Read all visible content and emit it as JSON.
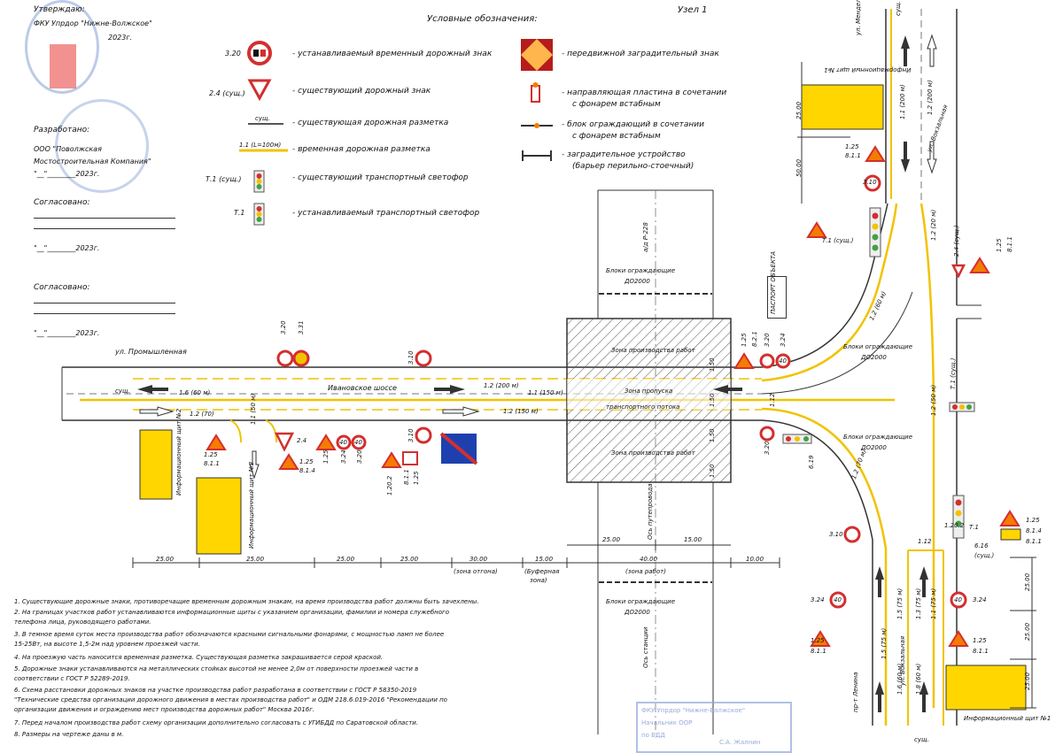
{
  "node_title": "Узел 1",
  "legend": {
    "title": "Условные обозначения:",
    "items": [
      {
        "code": "3.20",
        "text": "- устанавливаемый временный дорожный знак"
      },
      {
        "code": "2.4 (сущ.)",
        "text": "- существующий дорожный знак"
      },
      {
        "code": "сущ.",
        "text": "- существующая дорожная разметка"
      },
      {
        "code": "1.1 (L=100м)",
        "text": "- временная дорожная разметка"
      },
      {
        "code": "Т.1 (сущ.)",
        "text": "- существующий транспортный светофор"
      },
      {
        "code": "Т.1",
        "text": "- устанавливаемый транспортный светофор"
      }
    ],
    "items_right": [
      {
        "text": "- передвижной заградительный знак"
      },
      {
        "text": "- направляющая пластина в сочетании",
        "text2": "с фонарем встабным"
      },
      {
        "text": "- блок ограждающий в сочетании",
        "text2": "с фонарем встабным"
      },
      {
        "text": "- заградительное устройство",
        "text2": "(барьер перильно-стоечный)"
      }
    ]
  },
  "left_block": {
    "approved": "Утверждаю:",
    "org1": "ФКУ Упрдор \"Нижне-Волжское\"",
    "year1": "2023г.",
    "developed": "Разработано:",
    "org2a": "ООО \"Поволжская",
    "org2b": "Мостостроительная Компания\"",
    "year2": "\"__\"________2023г.",
    "agreed1": "Согласовано:",
    "year3": "\"__\"________2023г.",
    "agreed2": "Согласовано:",
    "year4": "\"__\"________2023г."
  },
  "streets": {
    "industrial": "ул. Промышленная",
    "ivanovskoe": "Ивановское шоссе",
    "mendeleeva": "ул. Менделеева",
    "vokzalnaya": "ул. Вокзальная",
    "vokzalnaya2": "ул. Вокзальная",
    "pr_lenina": "пр-т Ленина",
    "road_r228": "а/д Р-228",
    "axis": "Ось путепровода",
    "stop_station": "Ось станции"
  },
  "zones": {
    "work_top": "Зона производства работ",
    "pass": "Зона пропуска",
    "traffic": "транспортного потока",
    "work_bottom": "Зона производства работ"
  },
  "labels": {
    "blocks_top": "Блоки ограждающие",
    "blocks_top2": "ДО2000",
    "blocks_bottom": "Блоки ограждающие",
    "blocks_bottom2": "ДО2000",
    "blocks_right1": "Блоки ограждающие",
    "blocks_right1b": "ДО2000",
    "blocks_right2": "Блоки ограждающие",
    "blocks_right2b": "ДО2000",
    "passport": "ПАСПОРТ ОБЪЕКТА",
    "info_shield2": "Информационный щит №2",
    "info_shield3": "Информационный щит №3",
    "info_shield1": "Информационный щит №1",
    "info_shield1b": "Информационный щит №1"
  },
  "markings": {
    "m1": "1.6 (60 м)",
    "m2": "1.2 (70)",
    "m3": "1.1 (50 м)",
    "m4": "1.2 (200 м)",
    "m5": "1.1 (150 м)",
    "m6": "1.2 (150 м)",
    "m7": "1.2 (200 м)",
    "m8": "1.1 (200 м)",
    "m9": "1.2 (20 м)",
    "m10": "1.2 (60 м)",
    "m11": "1.2 (50 м)",
    "m12": "1.2 (70 м)",
    "m13": "1.5 (75 м)",
    "m14": "1.3 (75 м)",
    "m15": "1.1 (75 м)",
    "m16": "1.5 (75 м)",
    "m17": "1.6 (60 м)",
    "m18": "1.8 (60 м)",
    "m19": "1.12",
    "m20": "1.12",
    "m21": "сущ.",
    "m22": "сущ.",
    "m23": "сущ."
  },
  "signs": {
    "s_320": "3.20",
    "s_331": "3.31",
    "s_310a": "3.10",
    "s_310b": "3.10",
    "s_310c": "3.10",
    "s_24": "2.4",
    "s_125a": "1.25",
    "s_811a": "8.1.1",
    "s_125b": "1.25",
    "s_324a": "3.24",
    "s_320b": "3.20",
    "s_1202": "1.20.2",
    "s_125c": "1.25",
    "s_811b": "8.1.1",
    "s_125d": "1.25",
    "s_814": "8.1.4",
    "s_1202b": "1.20.2",
    "s_125e": "1.25",
    "s_821": "8.2.1",
    "s_320c": "3.20",
    "s_324b": "3.24",
    "s_24s": "2.4 (сущ.)",
    "s_125f": "1.25",
    "s_811c": "8.1.1",
    "s_t1s": "Т.1 (сущ.)",
    "s_t1s2": "Т.1 (сущ.)",
    "s_t1": "Т.1",
    "s_125g": "1.25",
    "s_814b": "8.1.4",
    "s_811d": "8.1.1",
    "s_616": "6.16",
    "s_324c": "3.24",
    "s_324d": "3.24",
    "s_125h": "1.25",
    "s_811e": "8.1.1",
    "s_125i": "1.25",
    "s_811f": "8.1.1",
    "s_310d": "3.10",
    "s_320d": "3.20",
    "s_619": "6.19",
    "s_125j": "1.25",
    "s_811g": "8.1.1",
    "s_n40a": "40",
    "s_n40b": "40",
    "s_n40c": "40",
    "s_n40d": "40",
    "s_n40e": "40",
    "s_sush": "(сущ.)"
  },
  "dimensions": {
    "d1": "25.00",
    "d2": "25.00",
    "d3": "25.00",
    "d4": "25.00",
    "d5": "30.00",
    "d6": "15.00",
    "d7": "40.00",
    "d8": "10.00",
    "d9": "25.00",
    "d10": "15.00",
    "d11": "25.00",
    "d12": "50.00",
    "d13": "25.00",
    "d14": "25.00",
    "d15": "25.00",
    "zone_otgona": "(зона отгона)",
    "buffer": "(Буферная",
    "buffer2": "зона)",
    "zone_work": "(зона работ)",
    "v150a": "1.50",
    "v150b": "1.50",
    "v150c": "1.50",
    "v150d": "1.50"
  },
  "notes": [
    "1.  Существующие дорожные знаки, противоречащие временным дорожным знакам, на время производства работ должны быть зачехлены.",
    "2.  На границах участков работ устанавливаются информационные щиты с указанием организации, фамилии и номера служебного",
    "     телефона лица, руководящего работами.",
    "3.  В темное время суток места производства работ обозначаются красными сигнальными фонарями, с мощностью ламп не более",
    "     15-25Вт, на высоте 1,5-2м над уровнем проезжей части.",
    "4.  На проезжую часть наносится временная разметка. Существующая разметка закрашивается серой краской.",
    "5.  Дорожные знаки устанавливаются на металлических стойках высотой не менее 2,0м от поверхности проезжей части в",
    "     соответствии с ГОСТ Р 52289-2019.",
    "6.  Схема расстановки дорожных знаков на участке производства работ разработана в соответствии с ГОСТ Р 58350-2019",
    "     \"Технические средства организации дорожного движения в местах производства работ\" и ОДМ 218.6.019-2016 \"Рекомендации по",
    "     организации движения и ограждению мест производства дорожных работ\" Москва 2016г.",
    "7.  Перед началом производства работ схему организации дополнительно согласовать с УГИБДД по Саратовской области.",
    "8.  Размеры на чертеже даны в м."
  ],
  "stamp_bottom": {
    "line1": "ФКУ Упрдор \"Нижне-Волжское\"",
    "line2": "Начальник ООР",
    "line3": "по БДД",
    "line4": "С.А. Жалнин"
  },
  "colors": {
    "road_marking_temp": "#f2c200",
    "sign_red": "#d32f2f",
    "sign_orange": "#f57c00",
    "info_yellow": "#ffd600",
    "signal_green": "#43a047"
  }
}
